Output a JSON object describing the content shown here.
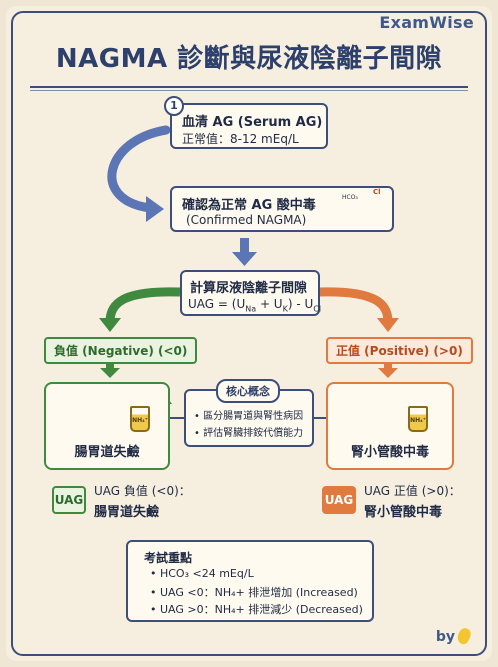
{
  "brand": "ExamWise",
  "title": "NAGMA 診斷與尿液陰離子間隙",
  "step1": {
    "number": "1",
    "line1": "血清 AG (Serum AG)",
    "line2": "正常值：8-12 mEq/L"
  },
  "step2": {
    "line1": "確認為正常 AG 酸中毒",
    "line2": "(Confirmed NAGMA)",
    "hco3_label": "HCO₃",
    "cl_label": "Cl"
  },
  "step3": {
    "line1": "計算尿液陰離子間隙",
    "formula": "UAG = (U",
    "sub_na": "Na",
    "plus": " + U",
    "sub_k": "K",
    "minus": ") - U",
    "sub_cl": "Cl"
  },
  "negative": {
    "head": "負值 (Negative) (<0)",
    "outcome": "腸胃道失鹼",
    "nh4": "NH₄⁺",
    "uag_badge": "UAG",
    "uag_line1": "UAG 負值 (<0)：",
    "uag_line2": "腸胃道失鹼"
  },
  "positive": {
    "head": "正值 (Positive) (>0)",
    "outcome": "腎小管酸中毒",
    "nh4": "NH₄⁺",
    "uag_badge": "UAG",
    "uag_line1": "UAG 正值 (>0)：",
    "uag_line2": "腎小管酸中毒"
  },
  "core": {
    "title": "核心概念",
    "item1": "• 區分腸胃道與腎性病因",
    "item2": "• 評估腎臟排銨代償能力"
  },
  "exam": {
    "title": "考試重點",
    "item1": "• HCO₃ <24 mEq/L",
    "item2": "• UAG <0：NH₄+ 排泄增加 (Increased)",
    "item3": "• UAG >0：NH₄+ 排泄減少 (Decreased)"
  },
  "byline": "by",
  "colors": {
    "navy": "#3d4e7a",
    "green": "#3f8a3f",
    "orange": "#e07a3f",
    "arrow_blue": "#5b75b5"
  }
}
